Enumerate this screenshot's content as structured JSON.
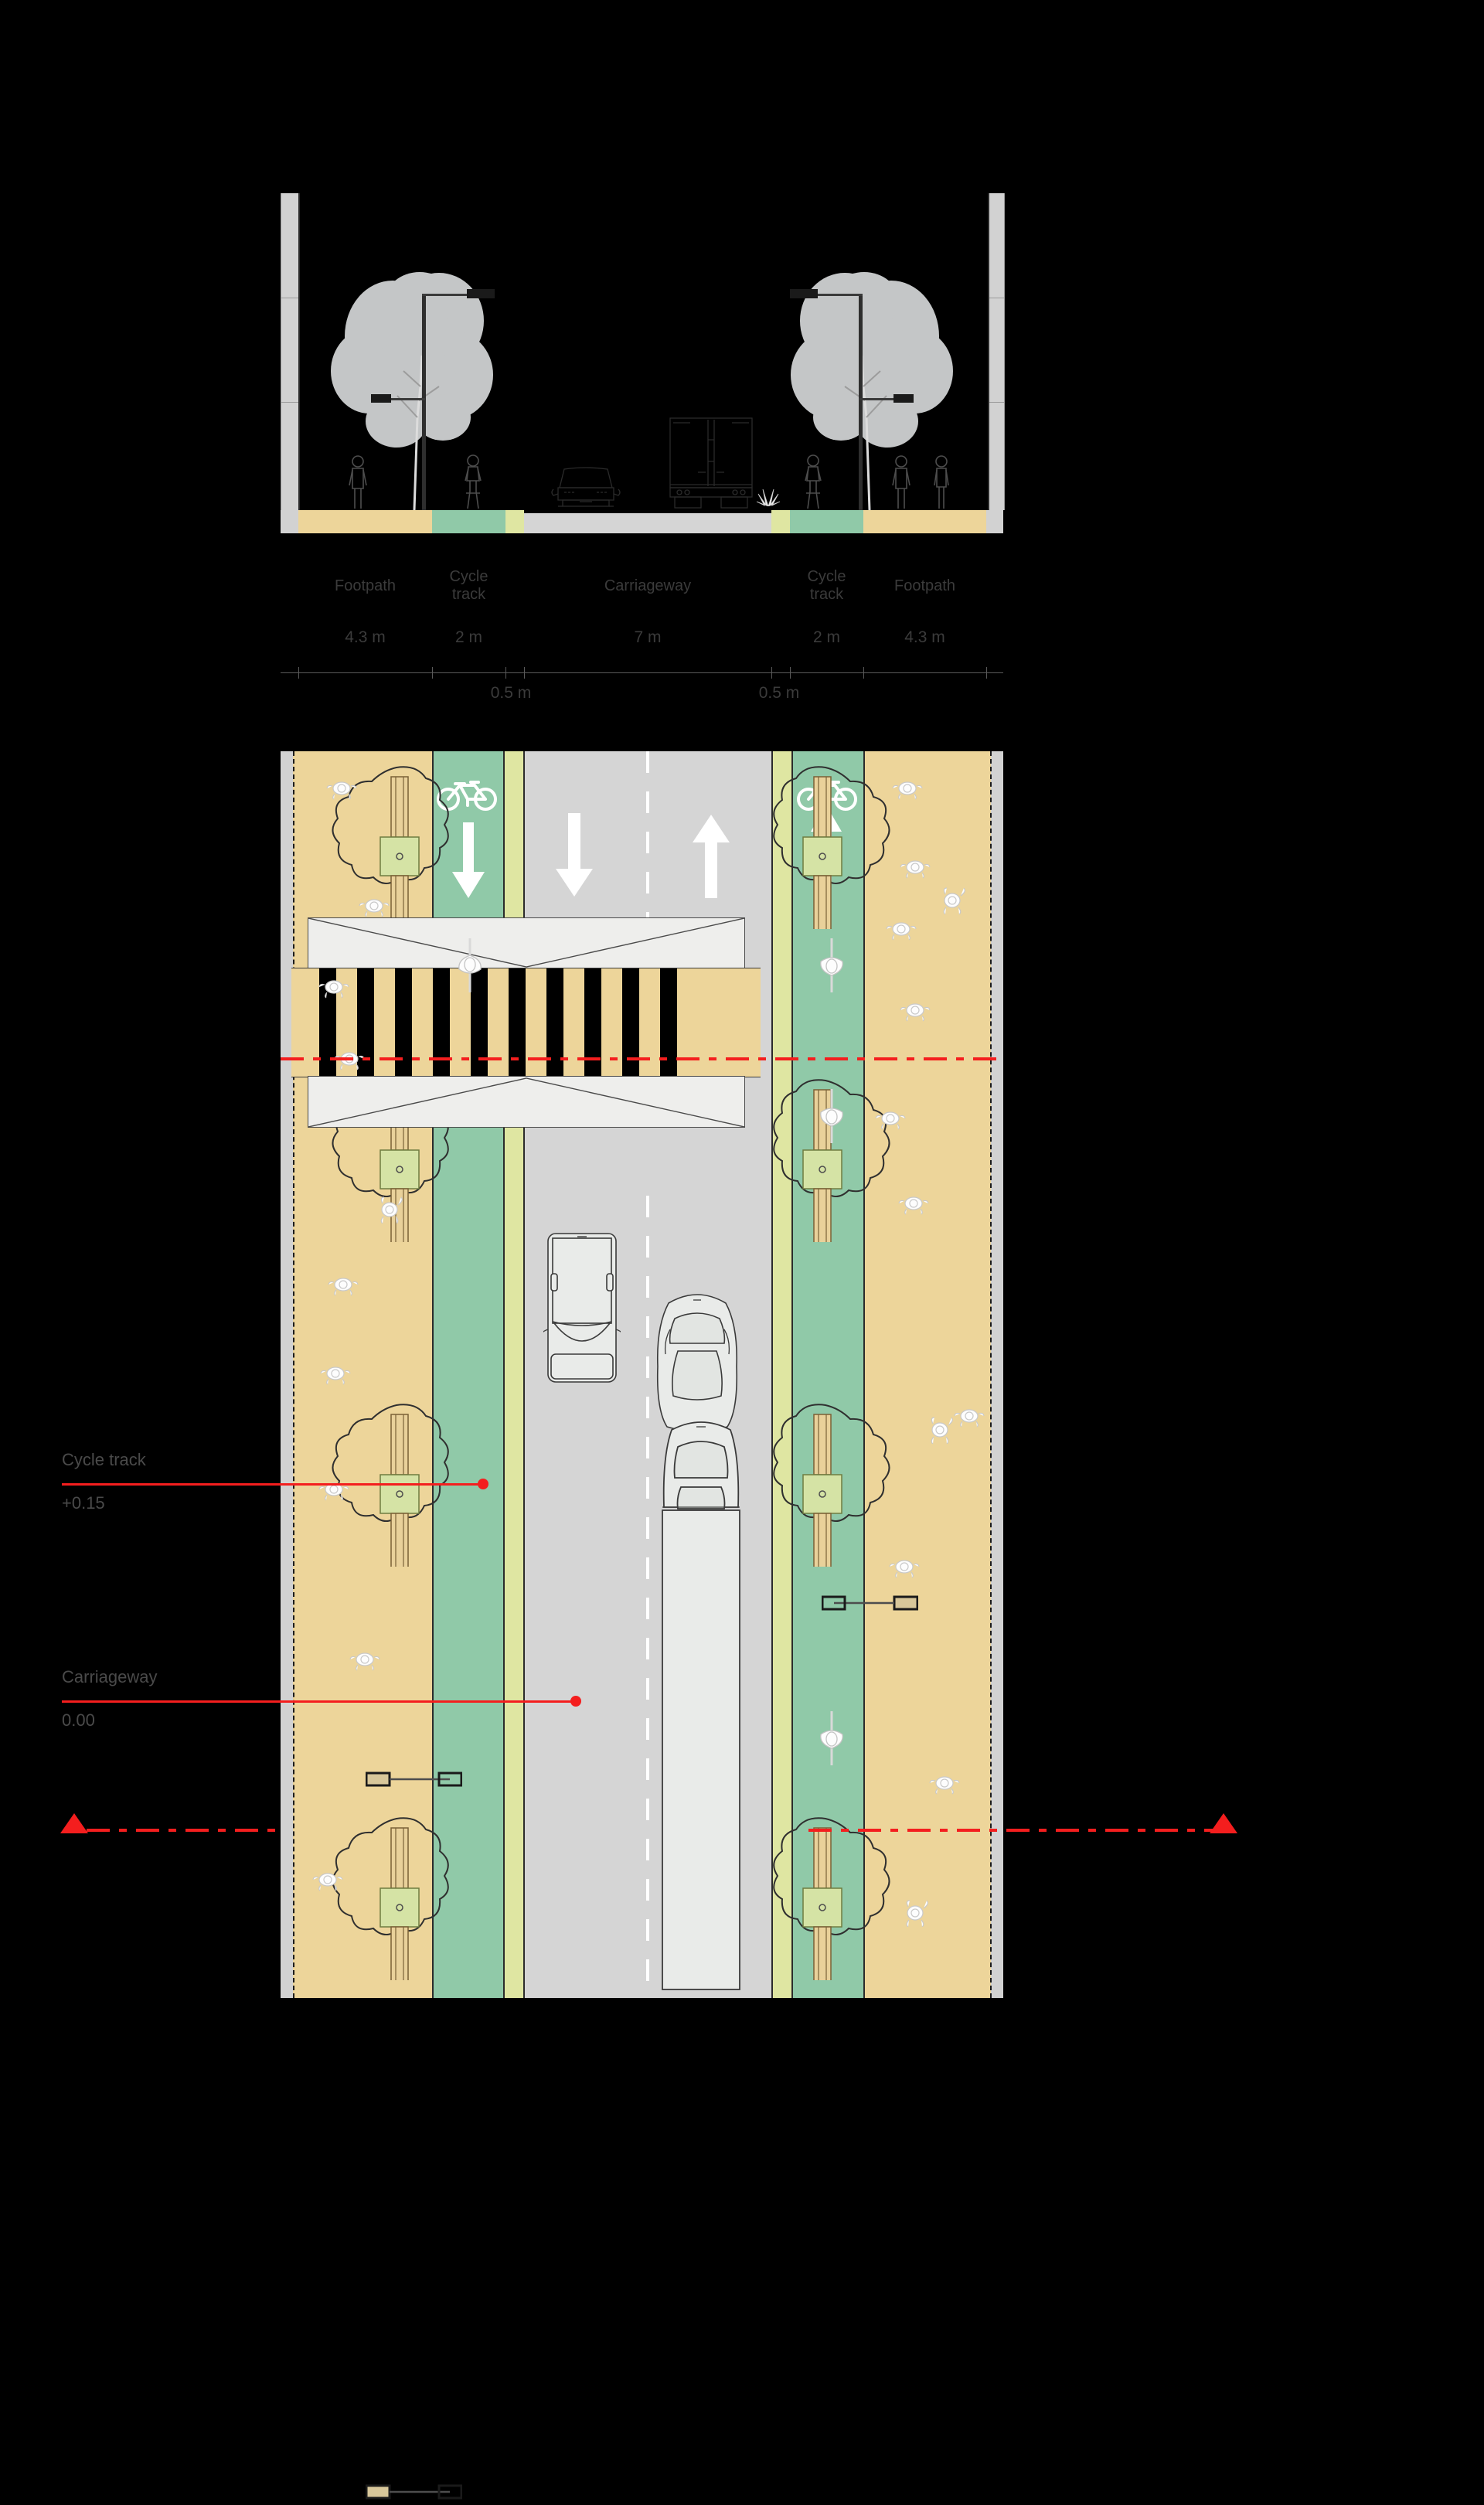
{
  "drawing": {
    "type": "street cross-section and plan",
    "colors": {
      "footpath": "#edd59a",
      "cycle_track": "#90c9a8",
      "buffer": "#dfe6a2",
      "carriageway": "#d5d5d5",
      "building": "#d2d2d2",
      "annotation_red": "#f41e1e",
      "text_grey": "#4a4a4a",
      "tree_canopy_section": "#c4c6c7"
    }
  },
  "dimensions": {
    "segments": [
      {
        "name": "Footpath",
        "label": "Footpath",
        "value": "4.3 m"
      },
      {
        "name": "Cycle track",
        "label": "Cycle track",
        "value": "2 m"
      },
      {
        "name": "Carriageway",
        "label": "Carriageway",
        "value": "7 m"
      },
      {
        "name": "Cycle track",
        "label": "Cycle track",
        "value": "2 m"
      },
      {
        "name": "Footpath",
        "label": "Footpath",
        "value": "4.3 m"
      }
    ],
    "sub_labels": [
      {
        "label": "0.5 m",
        "note": "left buffer"
      },
      {
        "label": "0.5 m",
        "note": "right buffer"
      }
    ],
    "labels": {
      "footpath_left": "Footpath",
      "cycle_left_1": "Cycle",
      "cycle_left_2": "track",
      "carriageway": "Carriageway",
      "cycle_right_1": "Cycle",
      "cycle_right_2": "track",
      "footpath_right": "Footpath"
    },
    "values": {
      "footpath_left": "4.3 m",
      "cycle_left": "2 m",
      "carriageway": "7 m",
      "cycle_right": "2 m",
      "footpath_right": "4.3 m",
      "buffer_left": "0.5 m",
      "buffer_right": "0.5 m"
    }
  },
  "annotations": [
    {
      "title": "Cycle track",
      "level": "+0.15"
    },
    {
      "title": "Carriageway",
      "level": "0.00"
    }
  ],
  "annotation_labels": {
    "cycle_track_title": "Cycle track",
    "cycle_track_level": "+0.15",
    "carriageway_title": "Carriageway",
    "carriageway_level": "0.00"
  },
  "plan_elements": {
    "bike_symbol_left": "bicycle-icon",
    "bike_symbol_right": "bicycle-icon",
    "arrow_cycle_left": "arrow-down",
    "arrow_cycle_right": "arrow-up",
    "arrow_carriageway_left": "arrow-down",
    "arrow_carriageway_right": "arrow-up",
    "crossing": "zebra-crossing",
    "vehicles": [
      "van",
      "car",
      "truck"
    ]
  },
  "section_elements": {
    "left_building": "building-wall",
    "right_building": "building-wall",
    "trees": 2,
    "pedestrians": 3,
    "cyclists": 2,
    "vehicles": [
      "car",
      "truck"
    ]
  }
}
